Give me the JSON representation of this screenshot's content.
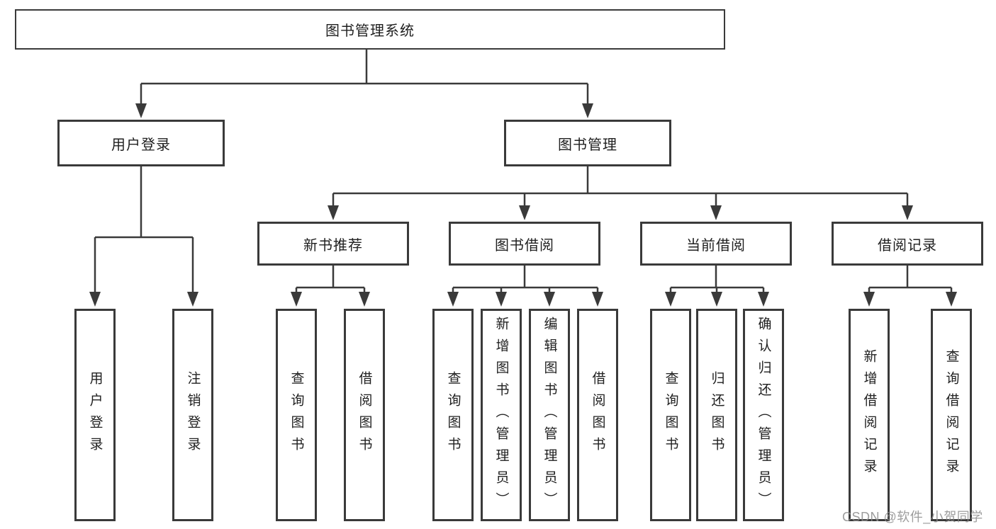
{
  "tree": {
    "root": "图书管理系统",
    "children": [
      {
        "label": "用户登录",
        "children": [
          "用户登录",
          "注销登录"
        ]
      },
      {
        "label": "图书管理",
        "children": [
          {
            "label": "新书推荐",
            "children": [
              "查询图书",
              "借阅图书"
            ]
          },
          {
            "label": "图书借阅",
            "children": [
              "查询图书",
              "新增图书（管理员）",
              "编辑图书（管理员）",
              "借阅图书"
            ]
          },
          {
            "label": "当前借阅",
            "children": [
              "查询图书",
              "归还图书",
              "确认归还（管理员）"
            ]
          },
          {
            "label": "借阅记录",
            "children": [
              "新增借阅记录",
              "查询借阅记录"
            ]
          }
        ]
      }
    ]
  },
  "watermark": {
    "text": "CSDN @软件_小贺同学"
  },
  "colors": {
    "line": "#3a3a3a",
    "box_border": "#3a3a3a",
    "text": "#1f1f1f",
    "watermark": "#8c8c8c",
    "background": "#ffffff"
  }
}
